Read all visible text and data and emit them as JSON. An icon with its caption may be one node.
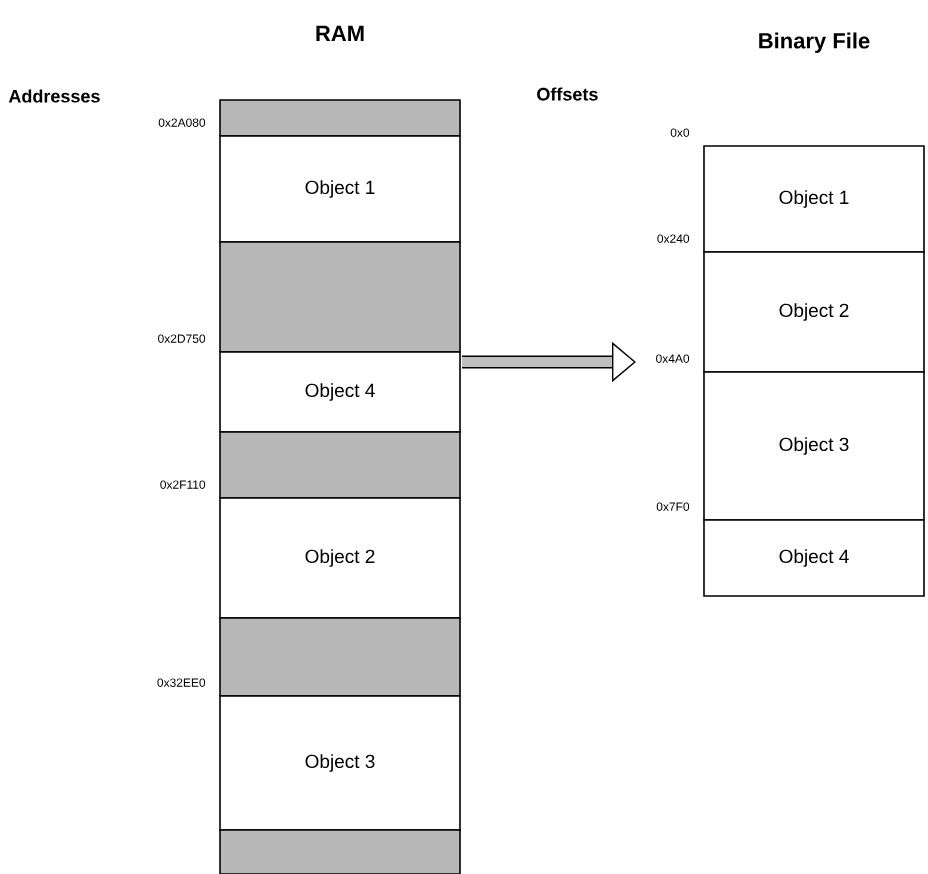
{
  "diagram": {
    "nodes": [
      {
        "text": [
          "RAM"
        ]
      },
      {
        "text": [],
        "shape": "box",
        "in": 0
      },
      {
        "text": [
          "Object 1"
        ],
        "in": 0,
        "beside": [
          "0x2A080"
        ]
      },
      {
        "text": [],
        "shape": "box",
        "in": 0
      },
      {
        "text": [
          "Object 4"
        ],
        "in": 0,
        "beside": [
          "0x2D750"
        ]
      },
      {
        "text": [],
        "shape": "box",
        "in": 0
      },
      {
        "text": [
          "Object 2"
        ],
        "in": 0,
        "beside": [
          "0x2F110"
        ]
      },
      {
        "text": [],
        "shape": "box",
        "in": 0
      },
      {
        "text": [
          "Object 3"
        ],
        "in": 0,
        "beside": [
          "0x32EE0"
        ]
      },
      {
        "text": [],
        "shape": "box",
        "in": 0
      },
      {
        "text": [
          "Binary File"
        ]
      },
      {
        "text": [
          "Object 1"
        ],
        "in": 10,
        "beside": [
          "0x0"
        ]
      },
      {
        "text": [
          "Object 2"
        ],
        "in": 10,
        "beside": [
          "0x240"
        ]
      },
      {
        "text": [
          "Object 3"
        ],
        "in": 10,
        "beside": [
          "0x4A0"
        ]
      },
      {
        "text": [
          "Object 4"
        ],
        "in": 10,
        "beside": [
          "0x7F0"
        ]
      }
    ],
    "edges": [
      {
        "from": 0,
        "to": 10,
        "arrow": "to"
      }
    ],
    "labels": [
      "Addresses",
      "Offsets"
    ]
  }
}
